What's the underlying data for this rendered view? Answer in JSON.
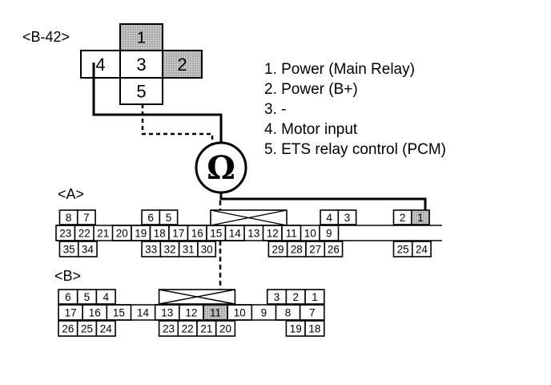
{
  "titles": {
    "b42": "<B-42>",
    "a": "<A>",
    "b": "<B>"
  },
  "legend": [
    "1. Power (Main Relay)",
    "2. Power (B+)",
    "3. -",
    "4. Motor input",
    "5. ETS relay control (PCM)"
  ],
  "ohm_symbol": "Ω",
  "connector_b42": {
    "pins": [
      "1",
      "2",
      "3",
      "4",
      "5"
    ],
    "shaded": [
      "1",
      "2"
    ]
  },
  "connector_a": {
    "row1": [
      "8",
      "7",
      "6",
      "5",
      "4",
      "3",
      "2",
      "1"
    ],
    "row2": [
      "23",
      "22",
      "21",
      "20",
      "19",
      "18",
      "17",
      "16",
      "15",
      "14",
      "13",
      "12",
      "11",
      "10",
      "9"
    ],
    "row3": [
      "35",
      "34",
      "33",
      "32",
      "31",
      "30",
      "29",
      "28",
      "27",
      "26",
      "25",
      "24"
    ],
    "shaded": [
      "1"
    ]
  },
  "connector_b": {
    "row1": [
      "6",
      "5",
      "4",
      "3",
      "2",
      "1"
    ],
    "row2": [
      "17",
      "16",
      "15",
      "14",
      "13",
      "12",
      "11",
      "10",
      "9",
      "8",
      "7"
    ],
    "row3": [
      "26",
      "25",
      "24",
      "23",
      "22",
      "21",
      "20",
      "19",
      "18"
    ],
    "shaded": [
      "11"
    ]
  },
  "colors": {
    "line": "#000000",
    "shade": "#b8b8b8"
  }
}
